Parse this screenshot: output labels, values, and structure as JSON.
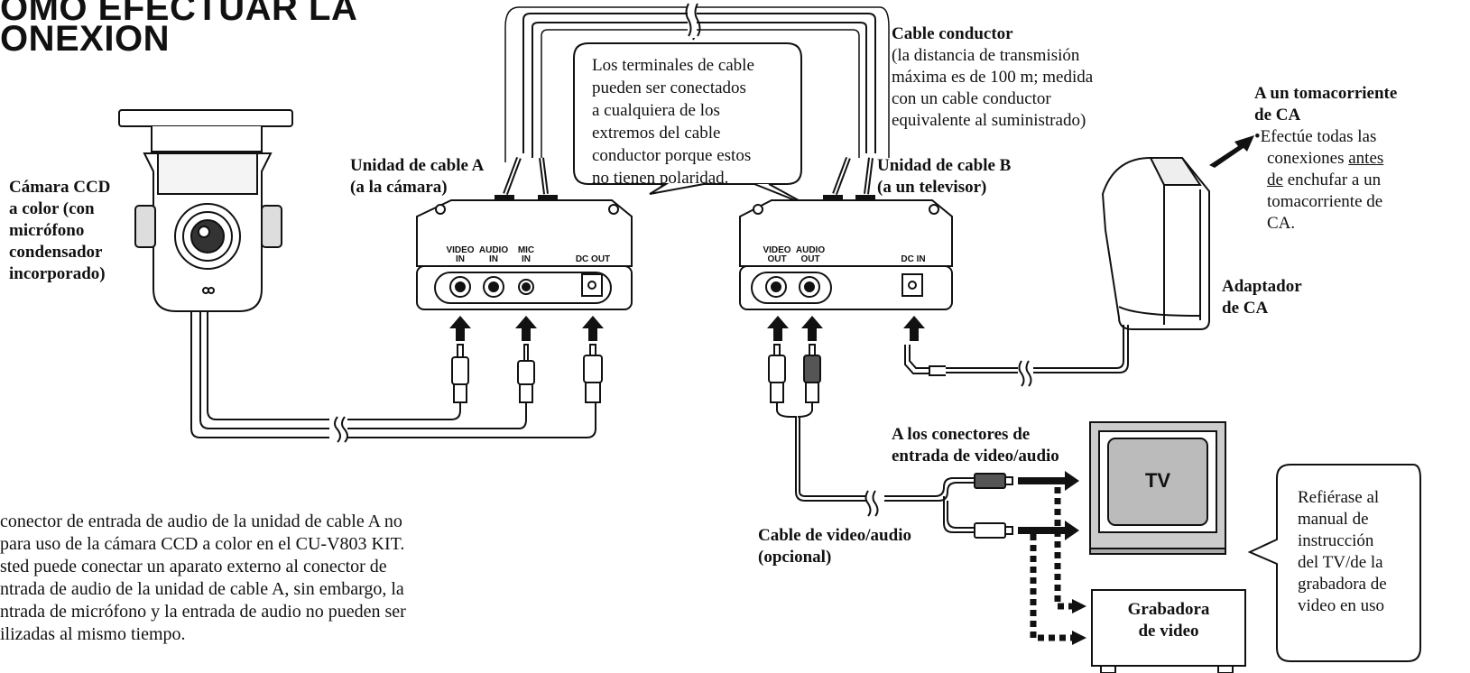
{
  "title": {
    "line1": "ÓMO EFECTUAR LA",
    "line2": "ONEXION"
  },
  "camera_label": [
    "Cámara CCD",
    "a color (con",
    "micrófono",
    "condensador",
    "incorporado)"
  ],
  "unit_a": {
    "label_line1": "Unidad de cable A",
    "label_line2": "(a la cámara)",
    "ports": [
      "VIDEO IN",
      "AUDIO IN",
      "MIC IN",
      "DC OUT"
    ]
  },
  "unit_b": {
    "label_line1": "Unidad de cable B",
    "label_line2": "(a un televisor)",
    "ports": [
      "VIDEO OUT",
      "AUDIO OUT",
      "DC IN"
    ]
  },
  "polarity_note": [
    "Los terminales de cable",
    "pueden ser conectados",
    "a cualquiera de los",
    "extremos del cable",
    "conductor porque estos",
    "no tienen polaridad."
  ],
  "lead_cable": {
    "heading": "Cable conductor",
    "lines": [
      "(la distancia de transmisión",
      "máxima es de 100 m; medida",
      "con un cable conductor",
      "equivalente al suministrado)"
    ]
  },
  "outlet": {
    "heading_line1": "A un tomacorriente",
    "heading_line2": "de CA",
    "bullet_line1": "Efectúe todas las",
    "bullet_line2_pre": "conexiones ",
    "bullet_line2_u": "antes",
    "bullet_line3_u": "de",
    "bullet_line3_post": " enchufar a un",
    "bullet_line4": "tomacorriente de",
    "bullet_line5": "CA."
  },
  "adapter_label": [
    "Adaptador",
    "de CA"
  ],
  "av_inputs_label": [
    "A los conectores de",
    "entrada de video/audio"
  ],
  "av_cable_label": [
    "Cable de video/audio",
    "(opcional)"
  ],
  "tv_label": "TV",
  "vcr_label": [
    "Grabadora",
    "de video"
  ],
  "refer_note": [
    "Refiérase al",
    "manual de",
    "instrucción",
    "del TV/de la",
    "grabadora de",
    "video en uso"
  ],
  "footnote": [
    " conector de entrada de audio de la unidad de cable A no",
    " para uso de la cámara CCD a color en el CU-V803 KIT.",
    "sted puede conectar un aparato externo al conector de",
    "ntrada de audio de la unidad de cable A, sin embargo, la",
    "ntrada de micrófono y la entrada de audio no pueden ser",
    "ilizadas al mismo tiempo."
  ]
}
